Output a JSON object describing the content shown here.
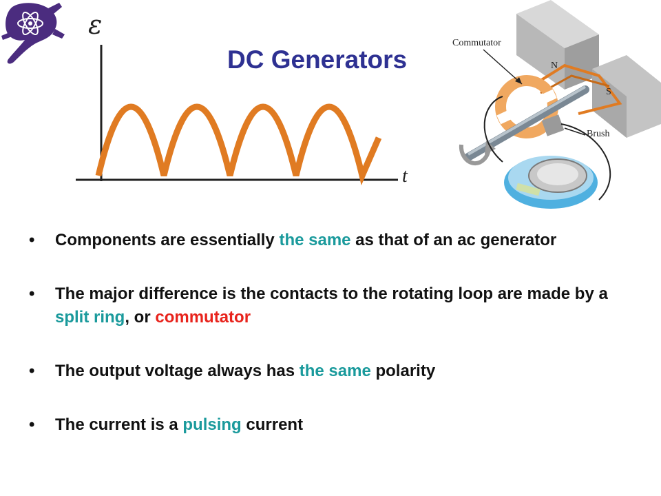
{
  "slide": {
    "title": "DC Generators"
  },
  "graph": {
    "y_symbol": "ε",
    "x_symbol": "t",
    "curve_color": "#e07b22"
  },
  "diagram": {
    "labels": {
      "commutator": "Commutator",
      "north": "N",
      "south": "S",
      "brush": "Brush"
    }
  },
  "bullets": [
    {
      "dot": "•",
      "parts": [
        "Components are essentially ",
        "the same",
        " as that of an ac generator"
      ]
    },
    {
      "dot": "•",
      "parts": [
        "The major difference is the contacts to the rotating loop are made by a ",
        "split ring",
        ", or ",
        "commutator"
      ]
    },
    {
      "dot": "•",
      "parts": [
        "The output voltage always has ",
        "the same",
        " polarity"
      ]
    },
    {
      "dot": "•",
      "parts": [
        "The current is a ",
        "pulsing",
        " current"
      ]
    }
  ],
  "colors": {
    "title": "#2e3192",
    "highlight_teal": "#1a9a9c",
    "highlight_red": "#e8231c",
    "logo_purple": "#4b2c7f"
  }
}
